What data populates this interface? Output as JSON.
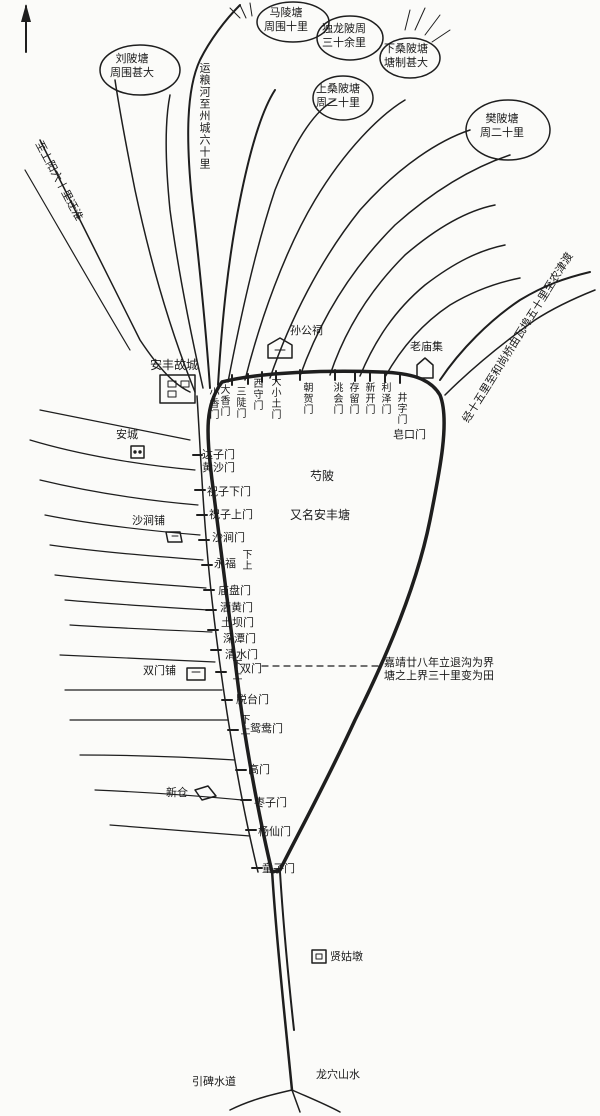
{
  "map": {
    "clouds": {
      "liu_ling": [
        "刘陂塘",
        "周围甚大"
      ],
      "ma_ling": [
        "马陵塘",
        "周围十里"
      ],
      "du_long": [
        "独龙陂周",
        "三十余里"
      ],
      "xia_sang": [
        "下桑陂塘",
        "塘制甚大"
      ],
      "shang_sang": [
        "上桑陂塘",
        "周二十里"
      ],
      "fan_ling": [
        "樊陂塘",
        "周二十里"
      ]
    },
    "routes": {
      "shouyang": "至上阳六十里迂淮",
      "canal": "运粮河至州城六十里",
      "nongjin": "经十五里至和尚桥由瓦埠五十里至农津渡"
    },
    "places": {
      "anfeng_old_city": "安丰故城",
      "jingong_ci": "孙公祠",
      "laomiao_ji": "老庙集",
      "an_cheng": "安城",
      "shajian_pu": "沙涧铺",
      "shuangmen_pu": "双门铺",
      "xin_cang": "新仓",
      "xiangu_dun": "贤姑墩",
      "yinbei_shuidao": "引碑水道",
      "longxue_shanshui": "龙穴山水"
    },
    "reservoir": {
      "name": "芍陂",
      "alias": "又名安丰塘"
    },
    "note": [
      "嘉靖廿八年立退沟为界",
      "塘之上界三十里变为田"
    ],
    "north_gates": {
      "g1": "小香门",
      "g2": "大香门",
      "g3": "三陡门",
      "g4": "西守门",
      "g5": "大小土门",
      "g6": "朝贺门",
      "g7": "洮会门",
      "g8": "存留门",
      "g9": "新开门",
      "g10": "利泽门",
      "g11": "井字门",
      "g12": "皂口门"
    },
    "west_gates": {
      "dazi": "达子门",
      "huangsha": "黄沙门",
      "zhuzi_xia": "祝子下门",
      "zhuzi_shang": "祝子上门",
      "shajian": "沙涧门",
      "yongfu": "永福",
      "yongfu_xs": "下上",
      "miaopan": "庙盘门",
      "sahuang": "洒黄门",
      "tuba": "土坝门",
      "shentan": "深潭门",
      "qingshui": "清水门",
      "shuangmen_xs": "下上",
      "shuangmen": "双门",
      "tuotai": "脱台门",
      "yuanyang_xs": "下上",
      "yuanyang": "鸳鸯门",
      "gao": "高门",
      "zaozi": "枣子门",
      "yangxian": "杨仙门",
      "tongzi": "童子门"
    }
  }
}
